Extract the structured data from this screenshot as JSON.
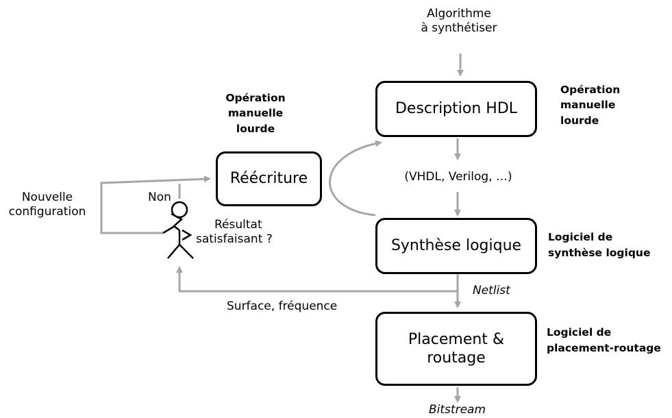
{
  "boxes": {
    "description_hdl": "Description HDL",
    "synthese": "Synthèse logique",
    "placement": "Placement & routage",
    "reecriture": "Réécriture"
  },
  "labels": {
    "algorithme_line1": "Algorithme",
    "algorithme_line2": "à synthétiser",
    "vhdl": "(VHDL, Verilog, …)",
    "netlist": "Netlist",
    "bitstream": "Bitstream",
    "surface_frequence": "Surface, fréquence",
    "nouvelle_line1": "Nouvelle",
    "nouvelle_line2": "configuration",
    "non": "Non",
    "resultat_line1": "Résultat",
    "resultat_line2": "satisfaisant ?"
  },
  "annotations": {
    "op_manuelle_left": [
      "Opération",
      "manuelle",
      "lourde"
    ],
    "op_manuelle_right": [
      "Opération",
      "manuelle",
      "lourde"
    ],
    "logiciel_synthese": [
      "Logiciel de",
      "synthèse logique"
    ],
    "logiciel_placement": [
      "Logiciel de",
      "placement-routage"
    ]
  },
  "colors": {
    "arrow": "#a6a6a6",
    "box_border": "#000000",
    "text": "#000000"
  },
  "icons": {
    "person": "person-thinking-icon"
  }
}
